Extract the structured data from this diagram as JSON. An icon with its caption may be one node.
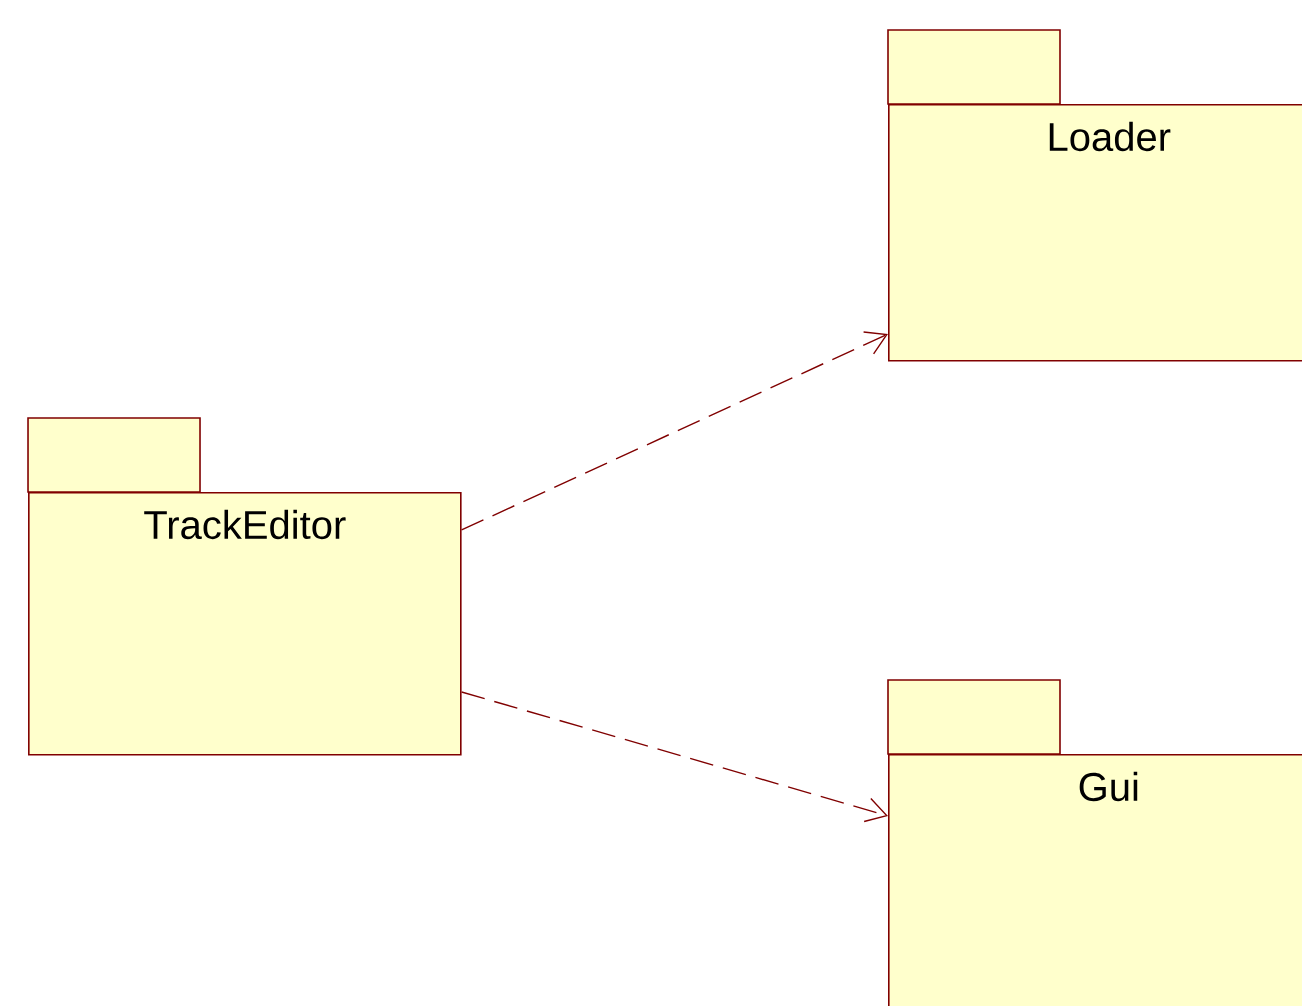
{
  "diagram": {
    "nodes": [
      {
        "text": [
          "TrackEditor"
        ]
      },
      {
        "text": [
          "Loader"
        ]
      },
      {
        "text": [
          "Gui"
        ]
      }
    ],
    "edges": [
      {
        "from": 0,
        "to": 1,
        "arrow": "to",
        "style": "dashed"
      },
      {
        "from": 0,
        "to": 2,
        "arrow": "to",
        "style": "dashed"
      }
    ]
  }
}
